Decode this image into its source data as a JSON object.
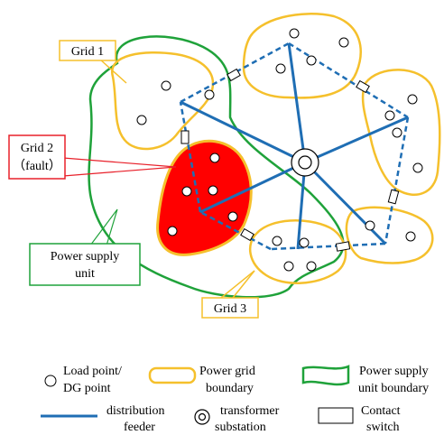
{
  "labels": {
    "grid1": "Grid 1",
    "grid2_line1": "Grid 2",
    "grid2_line2": "（fault）",
    "grid3": "Grid 3",
    "psu_line1": "Power supply",
    "psu_line2": "unit"
  },
  "legend": {
    "load_point_line1": "Load point/",
    "load_point_line2": "DG point",
    "power_grid_line1": "Power grid",
    "power_grid_line2": "boundary",
    "psu_boundary_line1": "Power supply",
    "psu_boundary_line2": "unit boundary",
    "feeder_line1": "distribution",
    "feeder_line2": "feeder",
    "substation_line1": "transformer",
    "substation_line2": "substation",
    "switch_line1": "Contact",
    "switch_line2": "switch"
  },
  "colors": {
    "grid_boundary": "#F5C02C",
    "psu_boundary": "#1FA23A",
    "feeder": "#1F6EB4",
    "fault_fill": "#FF0000",
    "grid2_label_border": "#E8202A",
    "psu_label_border": "#1FA23A",
    "grid_label_border": "#F5C02C"
  }
}
